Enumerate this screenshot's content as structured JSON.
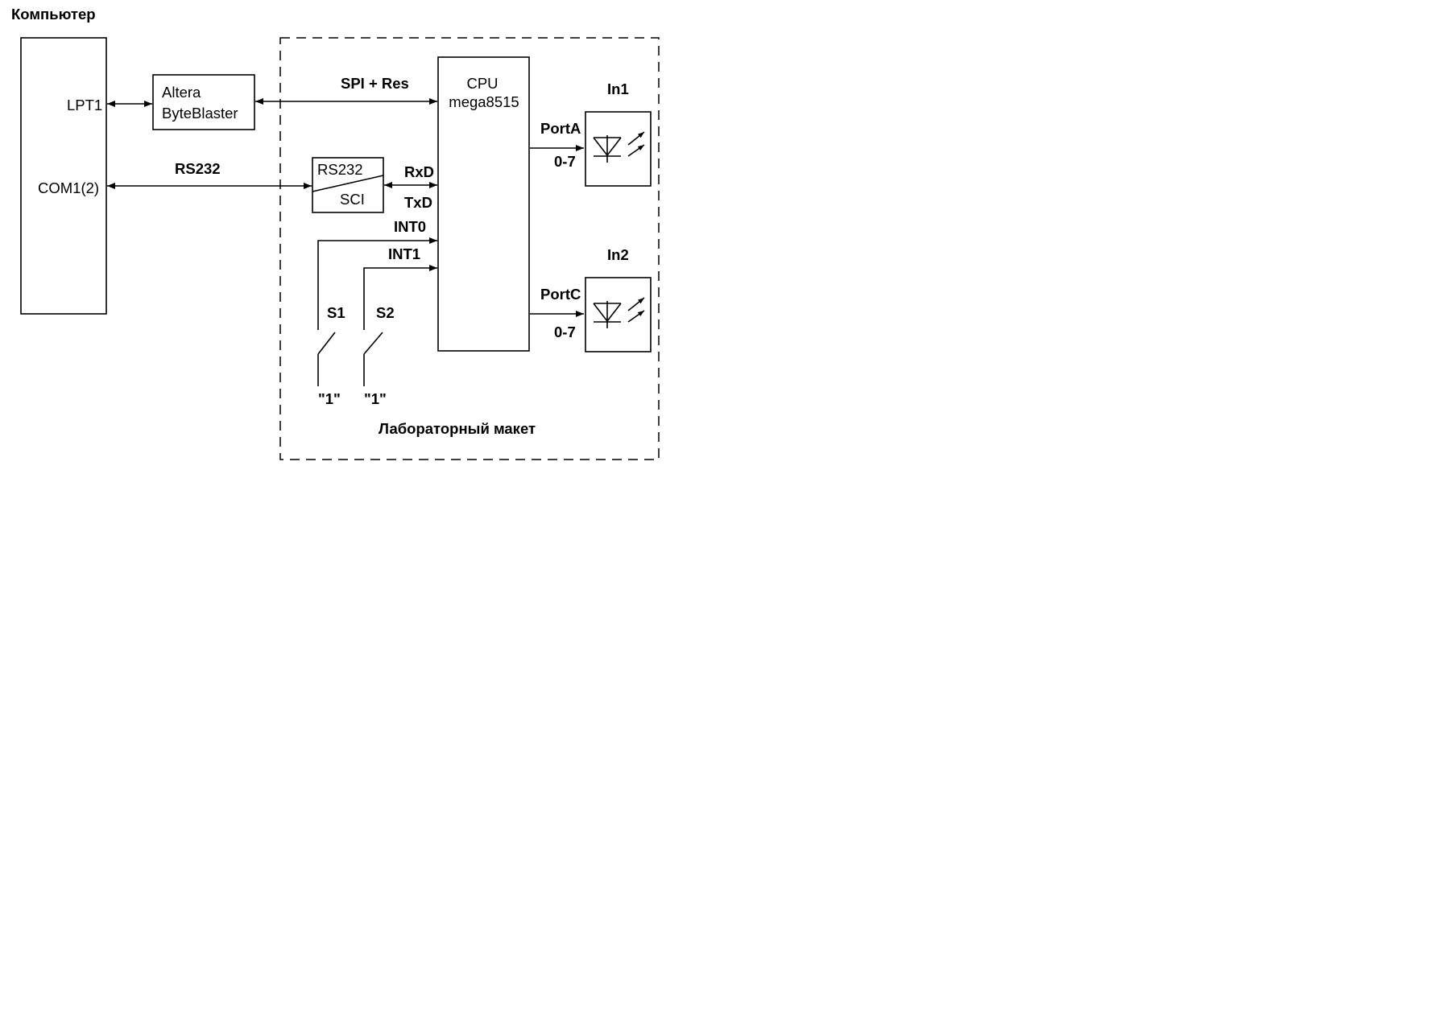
{
  "title": "Компьютер",
  "computer": {
    "lpt_label": "LPT1",
    "com_label": "COM1(2)"
  },
  "byteblaster": {
    "line1": "Altera",
    "line2": "ByteBlaster"
  },
  "links": {
    "spi": "SPI + Res",
    "rs232": "RS232",
    "rxd": "RxD",
    "txd": "TxD",
    "int0": "INT0",
    "int1": "INT1",
    "porta": "PortA",
    "porta_bits": "0-7",
    "portc": "PortC",
    "portc_bits": "0-7"
  },
  "sci": {
    "top": "RS232",
    "bottom": "SCI"
  },
  "cpu": {
    "line1": "CPU",
    "line2": "mega8515"
  },
  "indicators": {
    "in1": "In1",
    "in2": "In2"
  },
  "switches": {
    "s1": "S1",
    "s2": "S2",
    "s1_level": "\"1\"",
    "s2_level": "\"1\""
  },
  "lab_board": {
    "caption": "Лабораторный макет"
  }
}
